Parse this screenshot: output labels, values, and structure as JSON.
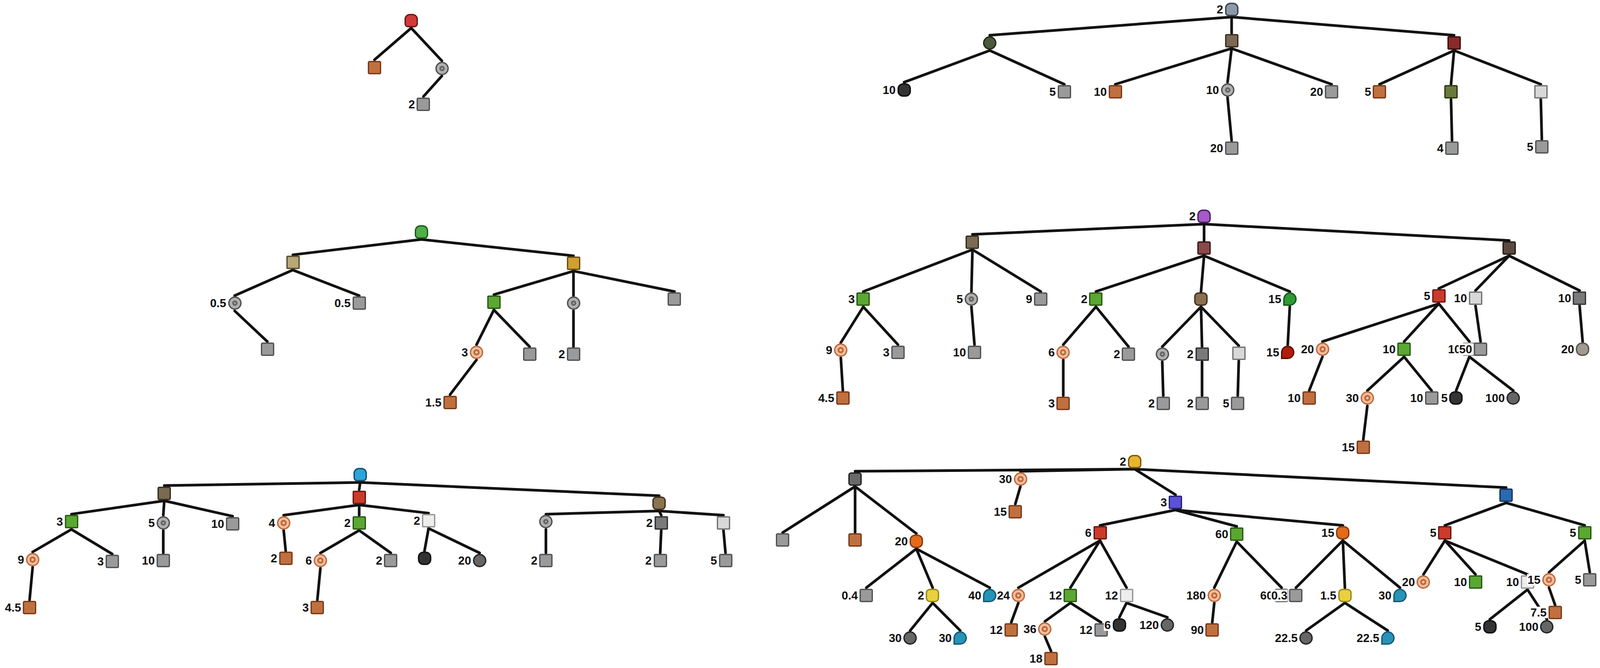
{
  "diagram": {
    "nodes": [
      {
        "text": []
      },
      {
        "text": []
      },
      {
        "text": []
      },
      {
        "text": [
          "2"
        ]
      },
      {
        "text": [
          "2"
        ]
      },
      {
        "text": []
      },
      {
        "text": []
      },
      {
        "text": []
      },
      {
        "text": [
          "10"
        ]
      },
      {
        "text": [
          "5"
        ]
      },
      {
        "text": [
          "10"
        ]
      },
      {
        "text": [
          "10"
        ]
      },
      {
        "text": [
          "20"
        ]
      },
      {
        "text": [
          "20"
        ]
      },
      {
        "text": [
          "5"
        ]
      },
      {
        "text": []
      },
      {
        "text": []
      },
      {
        "text": [
          "4"
        ]
      },
      {
        "text": [
          "5"
        ]
      },
      {
        "text": []
      },
      {
        "text": []
      },
      {
        "text": []
      },
      {
        "text": [
          "0.5"
        ]
      },
      {
        "text": [
          "0.5"
        ]
      },
      {
        "text": []
      },
      {
        "text": []
      },
      {
        "text": []
      },
      {
        "text": []
      },
      {
        "text": [
          "3"
        ]
      },
      {
        "text": []
      },
      {
        "text": [
          "2"
        ]
      },
      {
        "text": [
          "1.5"
        ]
      },
      {
        "text": [
          "2"
        ]
      },
      {
        "text": []
      },
      {
        "text": [
          "3"
        ]
      },
      {
        "text": [
          "5"
        ]
      },
      {
        "text": [
          "9"
        ]
      },
      {
        "text": [
          "9"
        ]
      },
      {
        "text": [
          "3"
        ]
      },
      {
        "text": [
          "4.5"
        ]
      },
      {
        "text": [
          "10"
        ]
      },
      {
        "text": []
      },
      {
        "text": [
          "2"
        ]
      },
      {
        "text": []
      },
      {
        "text": [
          "15"
        ]
      },
      {
        "text": [
          "6"
        ]
      },
      {
        "text": [
          "2"
        ]
      },
      {
        "text": [
          "3"
        ]
      },
      {
        "text": []
      },
      {
        "text": [
          "2"
        ]
      },
      {
        "text": []
      },
      {
        "text": [
          "2"
        ]
      },
      {
        "text": [
          "2"
        ]
      },
      {
        "text": [
          "5"
        ]
      },
      {
        "text": [
          "15"
        ]
      },
      {
        "text": []
      },
      {
        "text": [
          "5"
        ]
      },
      {
        "text": [
          "10"
        ]
      },
      {
        "text": [
          "10"
        ]
      },
      {
        "text": [
          "20"
        ]
      },
      {
        "text": [
          "10"
        ]
      },
      {
        "text": [
          "10"
        ]
      },
      {
        "text": [
          "10"
        ]
      },
      {
        "text": [
          "30"
        ]
      },
      {
        "text": [
          "10"
        ]
      },
      {
        "text": [
          "15"
        ]
      },
      {
        "text": [
          "5"
        ]
      },
      {
        "text": [
          "100"
        ]
      },
      {
        "text": [
          "50"
        ]
      },
      {
        "text": [
          "20"
        ]
      },
      {
        "text": []
      },
      {
        "text": []
      },
      {
        "text": []
      },
      {
        "text": []
      },
      {
        "text": [
          "3"
        ]
      },
      {
        "text": [
          "5"
        ]
      },
      {
        "text": [
          "10"
        ]
      },
      {
        "text": [
          "9"
        ]
      },
      {
        "text": [
          "3"
        ]
      },
      {
        "text": [
          "4.5"
        ]
      },
      {
        "text": [
          "10"
        ]
      },
      {
        "text": [
          "4"
        ]
      },
      {
        "text": [
          "2"
        ]
      },
      {
        "text": [
          "2"
        ]
      },
      {
        "text": [
          "2"
        ]
      },
      {
        "text": [
          "6"
        ]
      },
      {
        "text": [
          "2"
        ]
      },
      {
        "text": [
          "3"
        ]
      },
      {
        "text": []
      },
      {
        "text": [
          "20"
        ]
      },
      {
        "text": []
      },
      {
        "text": [
          "2"
        ]
      },
      {
        "text": []
      },
      {
        "text": [
          "2"
        ]
      },
      {
        "text": [
          "2"
        ]
      },
      {
        "text": [
          "5"
        ]
      },
      {
        "text": [
          "2"
        ]
      },
      {
        "text": []
      },
      {
        "text": [
          "30"
        ]
      },
      {
        "text": [
          "15"
        ]
      },
      {
        "text": [
          "3"
        ]
      },
      {
        "text": []
      },
      {
        "text": []
      },
      {
        "text": []
      },
      {
        "text": [
          "20"
        ]
      },
      {
        "text": [
          "0.4"
        ]
      },
      {
        "text": [
          "2"
        ]
      },
      {
        "text": [
          "40"
        ]
      },
      {
        "text": [
          "30"
        ]
      },
      {
        "text": [
          "30"
        ]
      },
      {
        "text": [
          "6"
        ]
      },
      {
        "text": [
          "60"
        ]
      },
      {
        "text": [
          "15"
        ]
      },
      {
        "text": [
          "24"
        ]
      },
      {
        "text": [
          "12"
        ]
      },
      {
        "text": [
          "12"
        ]
      },
      {
        "text": [
          "12"
        ]
      },
      {
        "text": [
          "36"
        ]
      },
      {
        "text": [
          "12"
        ]
      },
      {
        "text": [
          "18"
        ]
      },
      {
        "text": [
          "6"
        ]
      },
      {
        "text": [
          "120"
        ]
      },
      {
        "text": [
          "180"
        ]
      },
      {
        "text": [
          "60"
        ]
      },
      {
        "text": [
          "90"
        ]
      },
      {
        "text": [
          "0.3"
        ]
      },
      {
        "text": [
          "1.5"
        ]
      },
      {
        "text": [
          "30"
        ]
      },
      {
        "text": [
          "22.5"
        ]
      },
      {
        "text": [
          "22.5"
        ]
      },
      {
        "text": [
          "5"
        ]
      },
      {
        "text": [
          "5"
        ]
      },
      {
        "text": [
          "20"
        ]
      },
      {
        "text": [
          "10"
        ]
      },
      {
        "text": [
          "10"
        ]
      },
      {
        "text": [
          "5"
        ]
      },
      {
        "text": [
          "100"
        ]
      },
      {
        "text": [
          "15"
        ]
      },
      {
        "text": [
          "5"
        ]
      },
      {
        "text": [
          "7.5"
        ]
      }
    ],
    "edges": [
      {
        "from": 0,
        "to": 1,
        "arrow": "none"
      },
      {
        "from": 0,
        "to": 2,
        "arrow": "none"
      },
      {
        "from": 2,
        "to": 3,
        "arrow": "none"
      },
      {
        "from": 4,
        "to": 5,
        "arrow": "none"
      },
      {
        "from": 4,
        "to": 6,
        "arrow": "none"
      },
      {
        "from": 4,
        "to": 7,
        "arrow": "none"
      },
      {
        "from": 5,
        "to": 8,
        "arrow": "none"
      },
      {
        "from": 5,
        "to": 9,
        "arrow": "none"
      },
      {
        "from": 6,
        "to": 10,
        "arrow": "none"
      },
      {
        "from": 6,
        "to": 11,
        "arrow": "none"
      },
      {
        "from": 6,
        "to": 12,
        "arrow": "none"
      },
      {
        "from": 11,
        "to": 13,
        "arrow": "none"
      },
      {
        "from": 7,
        "to": 14,
        "arrow": "none"
      },
      {
        "from": 7,
        "to": 15,
        "arrow": "none"
      },
      {
        "from": 7,
        "to": 16,
        "arrow": "none"
      },
      {
        "from": 15,
        "to": 17,
        "arrow": "none"
      },
      {
        "from": 16,
        "to": 18,
        "arrow": "none"
      },
      {
        "from": 19,
        "to": 20,
        "arrow": "none"
      },
      {
        "from": 19,
        "to": 21,
        "arrow": "none"
      },
      {
        "from": 20,
        "to": 22,
        "arrow": "none"
      },
      {
        "from": 20,
        "to": 23,
        "arrow": "none"
      },
      {
        "from": 22,
        "to": 24,
        "arrow": "none"
      },
      {
        "from": 21,
        "to": 25,
        "arrow": "none"
      },
      {
        "from": 21,
        "to": 26,
        "arrow": "none"
      },
      {
        "from": 21,
        "to": 27,
        "arrow": "none"
      },
      {
        "from": 25,
        "to": 28,
        "arrow": "none"
      },
      {
        "from": 25,
        "to": 29,
        "arrow": "none"
      },
      {
        "from": 26,
        "to": 30,
        "arrow": "none"
      },
      {
        "from": 28,
        "to": 31,
        "arrow": "none"
      },
      {
        "from": 32,
        "to": 33,
        "arrow": "none"
      },
      {
        "from": 33,
        "to": 34,
        "arrow": "none"
      },
      {
        "from": 33,
        "to": 35,
        "arrow": "none"
      },
      {
        "from": 33,
        "to": 36,
        "arrow": "none"
      },
      {
        "from": 34,
        "to": 37,
        "arrow": "none"
      },
      {
        "from": 34,
        "to": 38,
        "arrow": "none"
      },
      {
        "from": 37,
        "to": 39,
        "arrow": "none"
      },
      {
        "from": 35,
        "to": 40,
        "arrow": "none"
      },
      {
        "from": 32,
        "to": 41,
        "arrow": "none"
      },
      {
        "from": 41,
        "to": 42,
        "arrow": "none"
      },
      {
        "from": 41,
        "to": 43,
        "arrow": "none"
      },
      {
        "from": 41,
        "to": 44,
        "arrow": "none"
      },
      {
        "from": 42,
        "to": 45,
        "arrow": "none"
      },
      {
        "from": 42,
        "to": 46,
        "arrow": "none"
      },
      {
        "from": 45,
        "to": 47,
        "arrow": "none"
      },
      {
        "from": 43,
        "to": 48,
        "arrow": "none"
      },
      {
        "from": 43,
        "to": 49,
        "arrow": "none"
      },
      {
        "from": 43,
        "to": 50,
        "arrow": "none"
      },
      {
        "from": 48,
        "to": 51,
        "arrow": "none"
      },
      {
        "from": 49,
        "to": 52,
        "arrow": "none"
      },
      {
        "from": 50,
        "to": 53,
        "arrow": "none"
      },
      {
        "from": 44,
        "to": 54,
        "arrow": "none"
      },
      {
        "from": 32,
        "to": 55,
        "arrow": "none"
      },
      {
        "from": 55,
        "to": 56,
        "arrow": "none"
      },
      {
        "from": 55,
        "to": 57,
        "arrow": "none"
      },
      {
        "from": 55,
        "to": 58,
        "arrow": "none"
      },
      {
        "from": 56,
        "to": 59,
        "arrow": "none"
      },
      {
        "from": 56,
        "to": 60,
        "arrow": "none"
      },
      {
        "from": 56,
        "to": 61,
        "arrow": "none"
      },
      {
        "from": 59,
        "to": 62,
        "arrow": "none"
      },
      {
        "from": 60,
        "to": 63,
        "arrow": "none"
      },
      {
        "from": 60,
        "to": 64,
        "arrow": "none"
      },
      {
        "from": 63,
        "to": 65,
        "arrow": "none"
      },
      {
        "from": 61,
        "to": 66,
        "arrow": "none"
      },
      {
        "from": 61,
        "to": 67,
        "arrow": "none"
      },
      {
        "from": 57,
        "to": 68,
        "arrow": "none"
      },
      {
        "from": 58,
        "to": 69,
        "arrow": "none"
      },
      {
        "from": 70,
        "to": 71,
        "arrow": "none"
      },
      {
        "from": 70,
        "to": 72,
        "arrow": "none"
      },
      {
        "from": 70,
        "to": 73,
        "arrow": "none"
      },
      {
        "from": 71,
        "to": 74,
        "arrow": "none"
      },
      {
        "from": 71,
        "to": 75,
        "arrow": "none"
      },
      {
        "from": 71,
        "to": 76,
        "arrow": "none"
      },
      {
        "from": 74,
        "to": 77,
        "arrow": "none"
      },
      {
        "from": 74,
        "to": 78,
        "arrow": "none"
      },
      {
        "from": 77,
        "to": 79,
        "arrow": "none"
      },
      {
        "from": 75,
        "to": 80,
        "arrow": "none"
      },
      {
        "from": 72,
        "to": 81,
        "arrow": "none"
      },
      {
        "from": 72,
        "to": 82,
        "arrow": "none"
      },
      {
        "from": 72,
        "to": 83,
        "arrow": "none"
      },
      {
        "from": 81,
        "to": 84,
        "arrow": "none"
      },
      {
        "from": 82,
        "to": 85,
        "arrow": "none"
      },
      {
        "from": 82,
        "to": 86,
        "arrow": "none"
      },
      {
        "from": 85,
        "to": 87,
        "arrow": "none"
      },
      {
        "from": 83,
        "to": 88,
        "arrow": "none"
      },
      {
        "from": 83,
        "to": 89,
        "arrow": "none"
      },
      {
        "from": 73,
        "to": 90,
        "arrow": "none"
      },
      {
        "from": 73,
        "to": 91,
        "arrow": "none"
      },
      {
        "from": 73,
        "to": 92,
        "arrow": "none"
      },
      {
        "from": 90,
        "to": 93,
        "arrow": "none"
      },
      {
        "from": 91,
        "to": 94,
        "arrow": "none"
      },
      {
        "from": 92,
        "to": 95,
        "arrow": "none"
      },
      {
        "from": 96,
        "to": 97,
        "arrow": "none"
      },
      {
        "from": 96,
        "to": 98,
        "arrow": "none"
      },
      {
        "from": 98,
        "to": 99,
        "arrow": "none"
      },
      {
        "from": 96,
        "to": 100,
        "arrow": "none"
      },
      {
        "from": 96,
        "to": 101,
        "arrow": "none"
      },
      {
        "from": 97,
        "to": 102,
        "arrow": "none"
      },
      {
        "from": 97,
        "to": 103,
        "arrow": "none"
      },
      {
        "from": 97,
        "to": 104,
        "arrow": "none"
      },
      {
        "from": 104,
        "to": 105,
        "arrow": "none"
      },
      {
        "from": 104,
        "to": 106,
        "arrow": "none"
      },
      {
        "from": 104,
        "to": 107,
        "arrow": "none"
      },
      {
        "from": 106,
        "to": 108,
        "arrow": "none"
      },
      {
        "from": 106,
        "to": 109,
        "arrow": "none"
      },
      {
        "from": 100,
        "to": 110,
        "arrow": "none"
      },
      {
        "from": 100,
        "to": 111,
        "arrow": "none"
      },
      {
        "from": 100,
        "to": 112,
        "arrow": "none"
      },
      {
        "from": 110,
        "to": 113,
        "arrow": "none"
      },
      {
        "from": 110,
        "to": 114,
        "arrow": "none"
      },
      {
        "from": 110,
        "to": 115,
        "arrow": "none"
      },
      {
        "from": 113,
        "to": 116,
        "arrow": "none"
      },
      {
        "from": 114,
        "to": 117,
        "arrow": "none"
      },
      {
        "from": 114,
        "to": 118,
        "arrow": "none"
      },
      {
        "from": 117,
        "to": 119,
        "arrow": "none"
      },
      {
        "from": 115,
        "to": 120,
        "arrow": "none"
      },
      {
        "from": 115,
        "to": 121,
        "arrow": "none"
      },
      {
        "from": 111,
        "to": 122,
        "arrow": "none"
      },
      {
        "from": 111,
        "to": 123,
        "arrow": "none"
      },
      {
        "from": 122,
        "to": 124,
        "arrow": "none"
      },
      {
        "from": 112,
        "to": 125,
        "arrow": "none"
      },
      {
        "from": 112,
        "to": 126,
        "arrow": "none"
      },
      {
        "from": 112,
        "to": 127,
        "arrow": "none"
      },
      {
        "from": 126,
        "to": 128,
        "arrow": "none"
      },
      {
        "from": 126,
        "to": 129,
        "arrow": "none"
      },
      {
        "from": 101,
        "to": 130,
        "arrow": "none"
      },
      {
        "from": 101,
        "to": 131,
        "arrow": "none"
      },
      {
        "from": 130,
        "to": 132,
        "arrow": "none"
      },
      {
        "from": 130,
        "to": 133,
        "arrow": "none"
      },
      {
        "from": 130,
        "to": 134,
        "arrow": "none"
      },
      {
        "from": 134,
        "to": 135,
        "arrow": "none"
      },
      {
        "from": 134,
        "to": 136,
        "arrow": "none"
      },
      {
        "from": 131,
        "to": 137,
        "arrow": "none"
      },
      {
        "from": 131,
        "to": 138,
        "arrow": "none"
      },
      {
        "from": 137,
        "to": 139,
        "arrow": "none"
      }
    ]
  }
}
